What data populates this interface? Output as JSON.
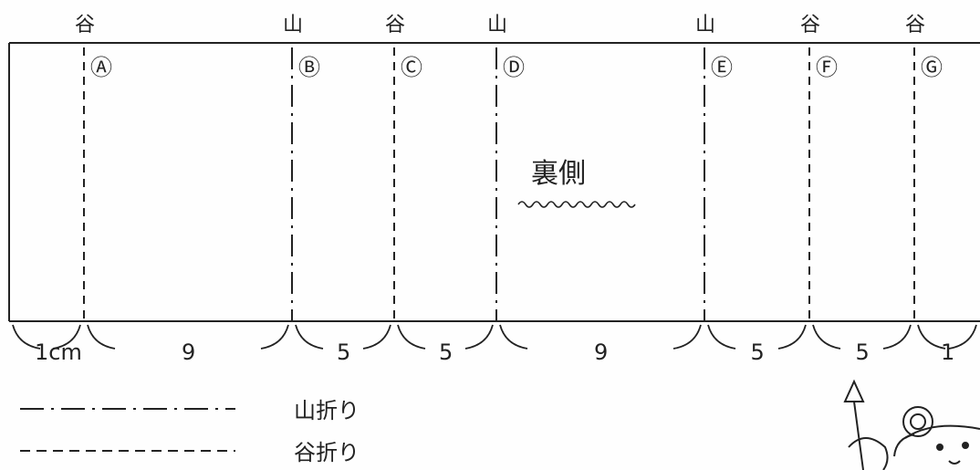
{
  "fold_lines": [
    {
      "id": "A",
      "marker": "Ⓐ",
      "type_label": "谷",
      "fold": "valley"
    },
    {
      "id": "B",
      "marker": "Ⓑ",
      "type_label": "山",
      "fold": "mountain"
    },
    {
      "id": "C",
      "marker": "Ⓒ",
      "type_label": "谷",
      "fold": "valley"
    },
    {
      "id": "D",
      "marker": "Ⓓ",
      "type_label": "山",
      "fold": "mountain"
    },
    {
      "id": "E",
      "marker": "Ⓔ",
      "type_label": "山",
      "fold": "mountain"
    },
    {
      "id": "F",
      "marker": "Ⓕ",
      "type_label": "谷",
      "fold": "valley"
    },
    {
      "id": "G",
      "marker": "Ⓖ",
      "type_label": "谷",
      "fold": "valley"
    }
  ],
  "dimensions": [
    "1cm",
    "9",
    "5",
    "5",
    "9",
    "5",
    "5",
    "1"
  ],
  "center_label": "裏側",
  "legend": {
    "mountain": "山折り",
    "valley": "谷折り"
  },
  "colors": {
    "ink": "#222222",
    "paper": "#fefefe"
  }
}
